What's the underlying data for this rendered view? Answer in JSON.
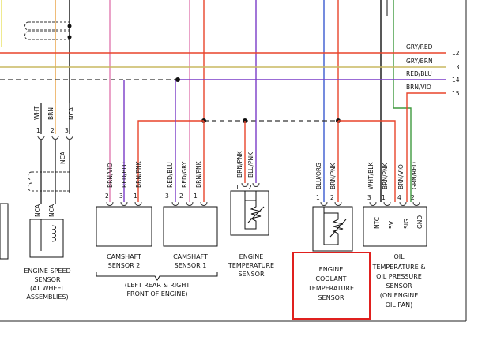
{
  "wires": {
    "gry_red": "GRY/RED",
    "gry_brn": "GRY/BRN",
    "red_blu": "RED/BLU",
    "brn_vio": "BRN/VIO",
    "n12": "12",
    "n13": "13",
    "n14": "14",
    "n15": "15"
  },
  "speed": {
    "wht": "WHT",
    "brn": "BRN",
    "nca1": "NCA",
    "pin1": "1",
    "pin2": "2",
    "pin3": "3",
    "nca2": "NCA",
    "nca3": "NCA",
    "nca4": "NCA",
    "caption1": "ENGINE SPEED",
    "caption2": "SENSOR",
    "caption3": "(AT WHEEL",
    "caption4": "ASSEMBLIES)"
  },
  "cam2": {
    "w1": "BRN/VIO",
    "w2": "RED/BLU",
    "w3": "BRN/PNK",
    "p1": "2",
    "p2": "3",
    "p3": "1",
    "caption1": "CAMSHAFT",
    "caption2": "SENSOR 2"
  },
  "cam1": {
    "w1": "RED/BLU",
    "w2": "RED/GRY",
    "w3": "BRN/PNK",
    "p1": "3",
    "p2": "2",
    "p3": "1",
    "caption1": "CAMSHAFT",
    "caption2": "SENSOR 1"
  },
  "cam_note": {
    "line1": "(LEFT REAR & RIGHT",
    "line2": "FRONT OF ENGINE)"
  },
  "engtemp": {
    "w1": "BRN/PNK",
    "w2": "BLU/PNK",
    "p1": "1",
    "p2": "2",
    "caption1": "ENGINE",
    "caption2": "TEMPERATURE",
    "caption3": "SENSOR"
  },
  "coolant": {
    "w1": "BLU/ORG",
    "w2": "BRN/PNK",
    "p1": "1",
    "p2": "2",
    "caption1": "ENGINE",
    "caption2": "COOLANT",
    "caption3": "TEMPERATURE",
    "caption4": "SENSOR"
  },
  "oil": {
    "w1": "WHT/BLK",
    "w2": "BRN/PNK",
    "w3": "BRN/VIO",
    "w4": "GRN/RED",
    "p1": "3",
    "p2": "1",
    "p3": "4",
    "p4": "2",
    "t1": "NTC",
    "t2": "5V",
    "t3": "SIG",
    "t4": "GND",
    "caption1": "OIL",
    "caption2": "TEMPERATURE &",
    "caption3": "OIL PRESSURE",
    "caption4": "SENSOR",
    "caption5": "(ON ENGINE",
    "caption6": "OIL PAN)"
  },
  "colors": {
    "red": "#e8442a",
    "orange": "#e8a040",
    "violet": "#7a3cc8",
    "blue": "#3b5bd0",
    "green": "#3f9a3f",
    "olive": "#c8b860",
    "pink": "#e07ab0",
    "highlight": "#e0201e"
  }
}
